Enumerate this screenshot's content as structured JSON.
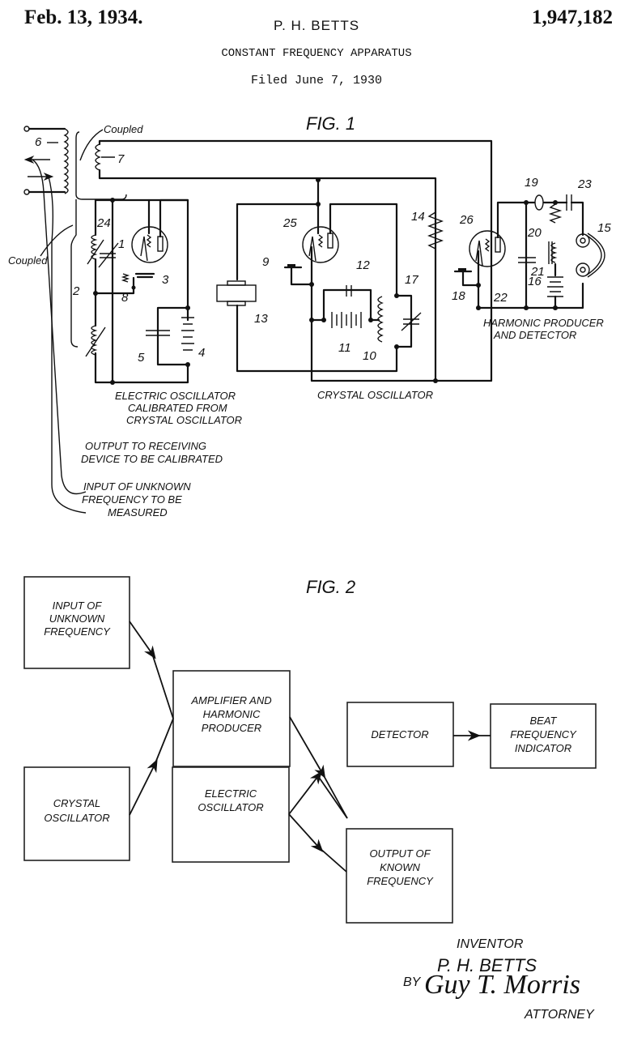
{
  "header": {
    "date": "Feb. 13, 1934.",
    "inventor": "P. H. BETTS",
    "patent_number": "1,947,182",
    "title": "CONSTANT FREQUENCY APPARATUS",
    "filed": "Filed June 7, 1930"
  },
  "fig1": {
    "title": "FIG. 1",
    "labels": {
      "coupled_top": "Coupled",
      "coupled_left": "Coupled",
      "electric_osc": [
        "ELECTRIC OSCILLATOR",
        "CALIBRATED FROM",
        "CRYSTAL OSCILLATOR"
      ],
      "crystal_osc": "CRYSTAL OSCILLATOR",
      "harmonic": [
        "HARMONIC PRODUCER",
        "AND DETECTOR"
      ],
      "output": [
        "OUTPUT TO RECEIVING",
        "DEVICE TO BE CALIBRATED"
      ],
      "input": [
        "INPUT OF UNKNOWN",
        "FREQUENCY TO BE",
        "MEASURED"
      ]
    },
    "refs": {
      "r1": "1",
      "r2": "2",
      "r3": "3",
      "r4": "4",
      "r5": "5",
      "r6": "6",
      "r7": "7",
      "r8": "8",
      "r9": "9",
      "r10": "10",
      "r11": "11",
      "r12": "12",
      "r13": "13",
      "r14": "14",
      "r15": "15",
      "r16": "16",
      "r17": "17",
      "r18": "18",
      "r19": "19",
      "r20": "20",
      "r21": "21",
      "r22": "22",
      "r23": "23",
      "r24": "24",
      "r25": "25",
      "r26": "26"
    }
  },
  "fig2": {
    "title": "FIG. 2",
    "blocks": {
      "input": [
        "INPUT OF",
        "UNKNOWN",
        "FREQUENCY"
      ],
      "crystal": [
        "CRYSTAL",
        "OSCILLATOR"
      ],
      "amplifier": [
        "AMPLIFIER AND",
        "HARMONIC",
        "PRODUCER"
      ],
      "detector": [
        "DETECTOR"
      ],
      "beat": [
        "BEAT",
        "FREQUENCY",
        "INDICATOR"
      ],
      "electric": [
        "ELECTRIC",
        "OSCILLATOR"
      ],
      "output": [
        "OUTPUT OF",
        "KNOWN",
        "FREQUENCY"
      ]
    }
  },
  "signature": {
    "inventor_label": "INVENTOR",
    "inventor_name": "P. H. BETTS",
    "by": "BY",
    "attorney_signature": "Guy T. Morris",
    "attorney_label": "ATTORNEY"
  }
}
